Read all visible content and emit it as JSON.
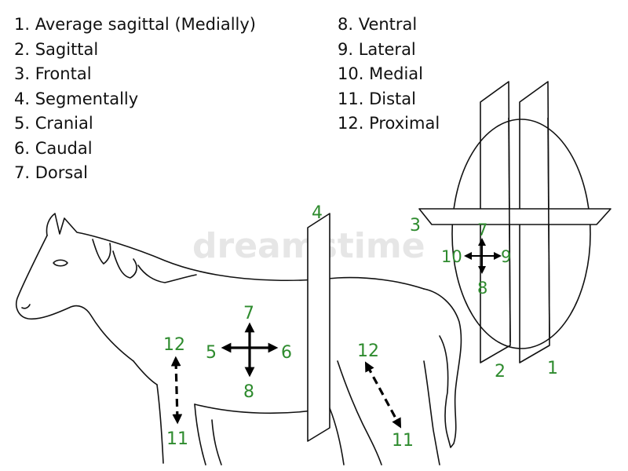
{
  "legend": {
    "left": [
      "1. Average sagittal (Medially)",
      "2. Sagittal",
      "3. Frontal",
      "4. Segmentally",
      "5. Cranial",
      "6. Caudal",
      "7. Dorsal"
    ],
    "right": [
      "8. Ventral",
      "9. Lateral",
      "10. Medial",
      "11. Distal",
      "12. Proximal"
    ]
  },
  "labels": {
    "plane_1": "1",
    "plane_2": "2",
    "plane_3": "3",
    "plane_4": "4",
    "body_dorsal": "7",
    "body_ventral": "8",
    "body_cranial": "5",
    "body_caudal": "6",
    "foreleg_proximal": "12",
    "foreleg_distal": "11",
    "hindleg_proximal": "12",
    "hindleg_distal": "11",
    "cross_dorsal": "7",
    "cross_ventral": "8",
    "cross_medial": "10",
    "cross_lateral": "9"
  },
  "watermark": "dreamstime",
  "colors": {
    "label_green": "#2e8b2e",
    "outline": "#111111"
  }
}
